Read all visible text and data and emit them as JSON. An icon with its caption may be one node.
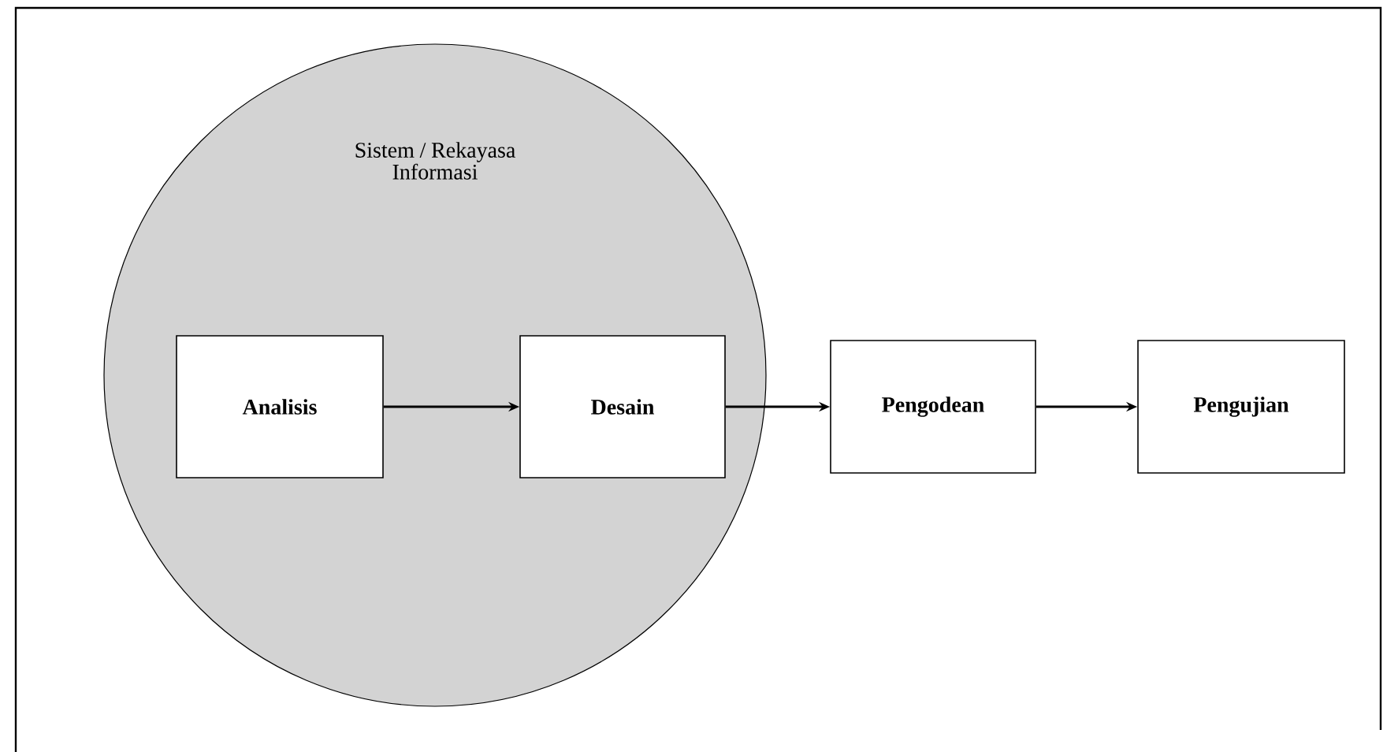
{
  "diagram": {
    "nodes": [
      {
        "text": [
          "Sistem / Rekayasa Informasi"
        ]
      },
      {
        "text": [
          "Analisis"
        ],
        "in": 0
      },
      {
        "text": [
          "Desain"
        ],
        "in": 0
      },
      {
        "text": [
          "Pengodean"
        ]
      },
      {
        "text": [
          "Pengujian"
        ]
      }
    ],
    "edges": [
      {
        "from": 1,
        "to": 2,
        "arrow": "to"
      },
      {
        "from": 2,
        "to": 3,
        "arrow": "to"
      },
      {
        "from": 3,
        "to": 4,
        "arrow": "to"
      }
    ]
  }
}
